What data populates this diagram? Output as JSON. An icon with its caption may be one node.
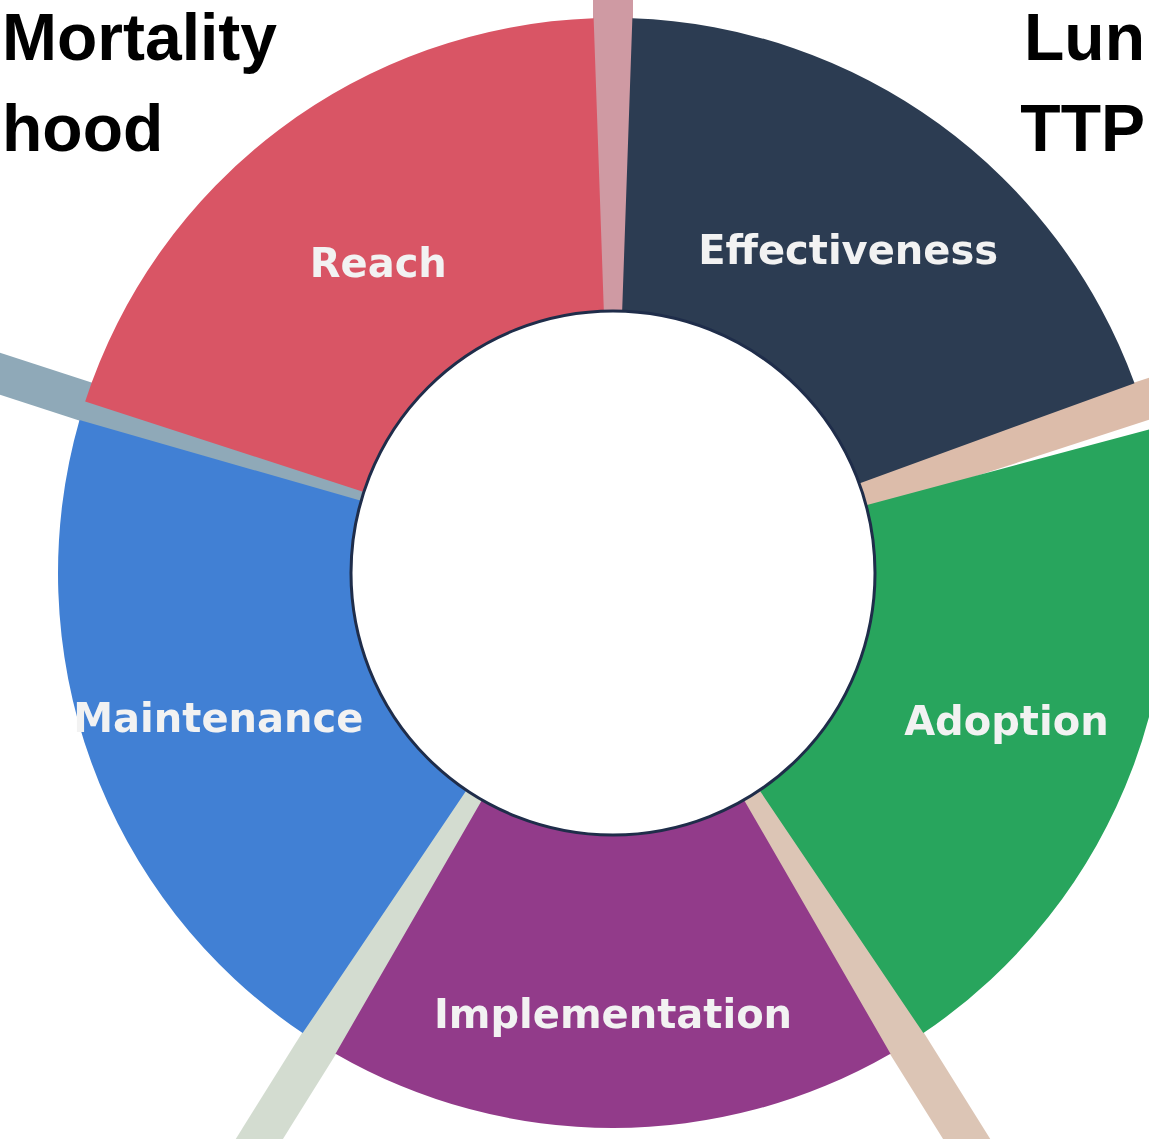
{
  "diagram": {
    "nodes": [
      {
        "text": [
          "Reach"
        ]
      },
      {
        "text": [
          "Effectiveness"
        ]
      },
      {
        "text": [
          "Adoption"
        ]
      },
      {
        "text": [
          "Implementation"
        ]
      },
      {
        "text": [
          "Maintenance"
        ]
      },
      {
        "text": [],
        "shape": "circle"
      }
    ],
    "labels": [
      "Mortality",
      "Lun",
      "hood",
      "TTP"
    ]
  }
}
